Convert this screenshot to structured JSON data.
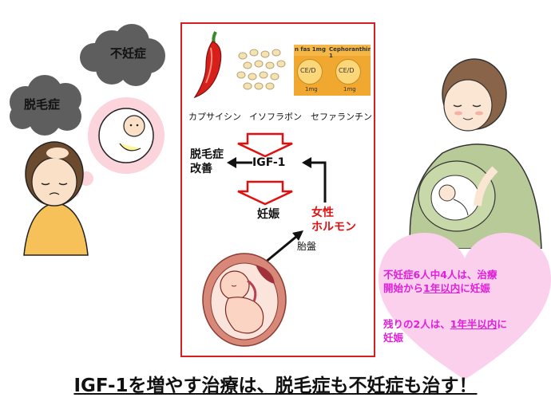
{
  "clouds": {
    "infertility": "不妊症",
    "hair_loss": "脱毛症"
  },
  "capsule": {
    "left_top": "n fas 1mg",
    "right_top": "Cephoranthin 1",
    "ced": "CE/D",
    "dose": "1mg"
  },
  "ingredients": {
    "capsaicin": "カプサイシン",
    "isoflavone": "イソフラボン",
    "cepharanthine": "セファランチン"
  },
  "flow": {
    "igf": "IGF-1",
    "hair_line1": "脱毛症",
    "hair_line2": "改善",
    "pregnancy": "妊娠",
    "hormone_line1": "女性",
    "hormone_line2": "ホルモン",
    "placenta": "胎盤"
  },
  "heart": {
    "p1_a": "不妊症6人中4人は、治療",
    "p1_b": "開始から",
    "p1_u": "1年以内",
    "p1_c": "に妊娠",
    "p2_a": "残りの2人は、",
    "p2_u": "1年半以内",
    "p2_b": "に",
    "p2_c": "妊娠"
  },
  "footer": "IGF-1を増やす治療は、脱毛症も不妊症も治す！",
  "colors": {
    "red": "#e01010",
    "magenta": "#e020d8",
    "heart": "#fbd0ec",
    "cloud": "#5e5e5e"
  }
}
